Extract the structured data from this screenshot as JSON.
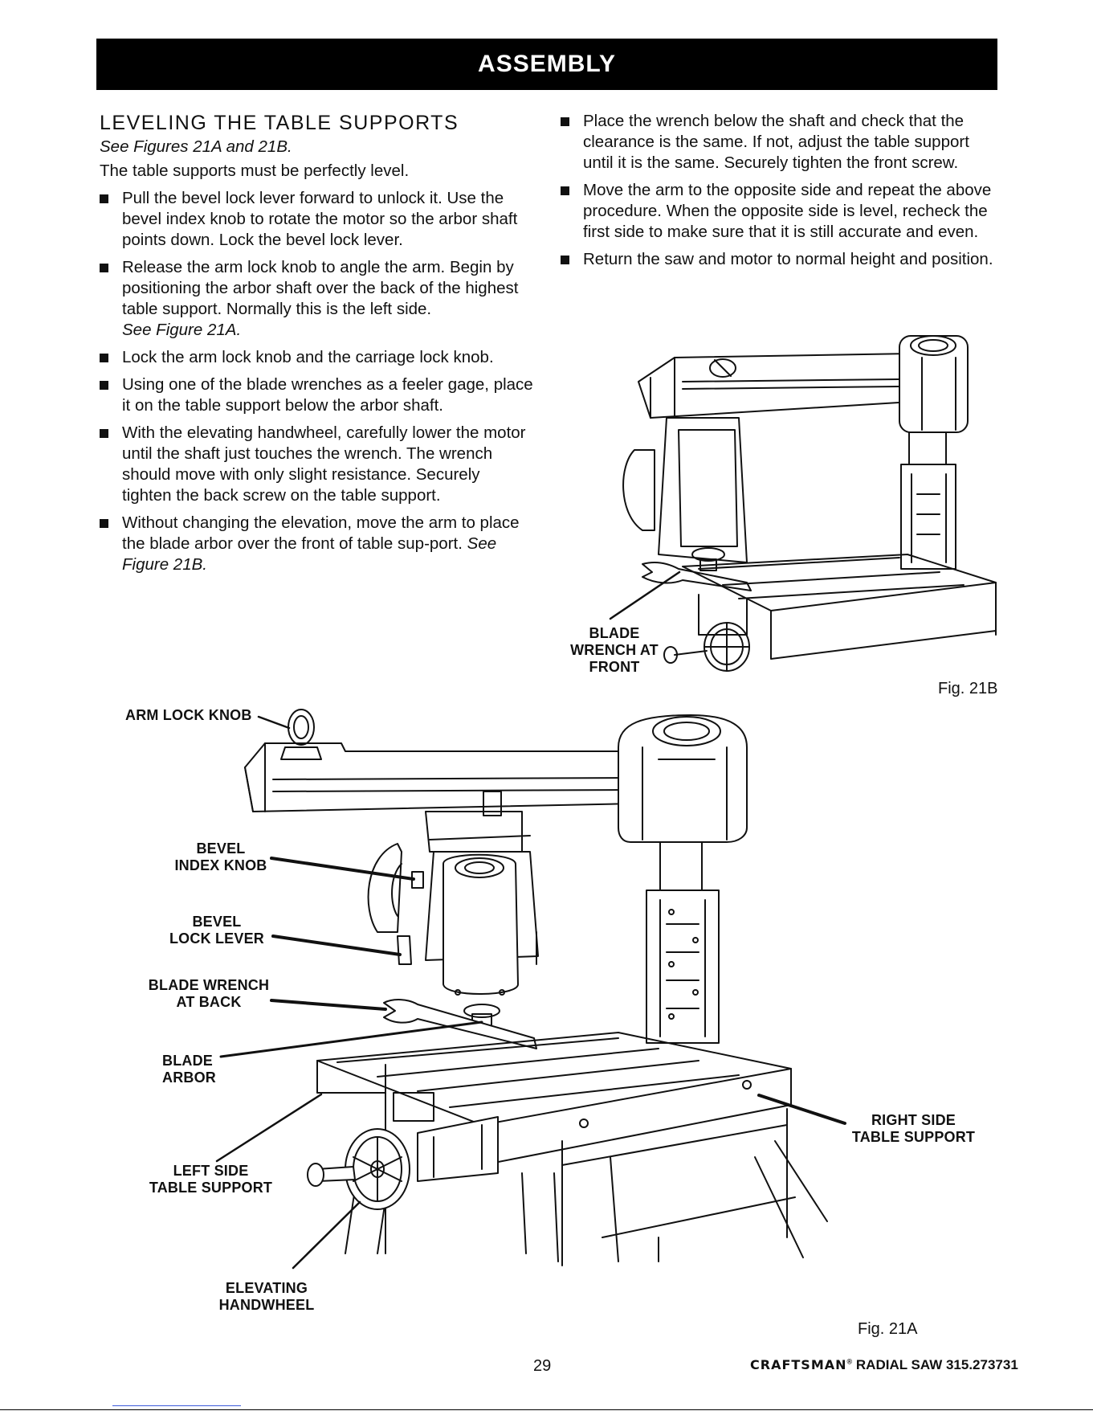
{
  "header": {
    "title": "ASSEMBLY"
  },
  "section": {
    "title": "LEVELING THE TABLE SUPPORTS",
    "see_figures": "See Figures 21A and 21B.",
    "intro": "The table supports must be perfectly level."
  },
  "left_steps": [
    {
      "text": "Pull the bevel lock lever forward to unlock it. Use the bevel index knob to rotate the motor so the arbor shaft points down. Lock the bevel lock lever."
    },
    {
      "text": "Release the arm lock knob to angle the arm. Begin by positioning the arbor shaft over the back of the highest table support. Normally this is the left side.",
      "ref": "See Figure 21A."
    },
    {
      "text": "Lock the arm lock knob and the carriage lock knob."
    },
    {
      "text": "Using one of the blade wrenches as a feeler gage, place it on the table support below the arbor shaft."
    },
    {
      "text": "With the elevating handwheel, carefully lower the motor until the shaft just touches the wrench. The wrench should move with only slight resistance. Securely tighten the back screw on the table support."
    },
    {
      "text": "Without changing the elevation, move the arm to place the blade arbor over the front of table sup-port.",
      "ref": "See Figure 21B."
    }
  ],
  "right_steps": [
    {
      "text": "Place the wrench below the shaft and check that the clearance is the same. If not, adjust the table support until it is the same. Securely tighten the front screw."
    },
    {
      "text": "Move the arm to the opposite side and repeat the above procedure. When the opposite side is level, recheck the first side to make sure that it is still accurate and even."
    },
    {
      "text": "Return the saw and motor to normal height and position."
    }
  ],
  "figure_21b": {
    "caption": "Fig. 21B",
    "callouts": {
      "blade_wrench_front": [
        "BLADE",
        "WRENCH AT",
        "FRONT"
      ]
    }
  },
  "figure_21a": {
    "caption": "Fig. 21A",
    "callouts": {
      "arm_lock_knob": "ARM LOCK KNOB",
      "bevel_index_knob": [
        "BEVEL",
        "INDEX KNOB"
      ],
      "bevel_lock_lever": [
        "BEVEL",
        "LOCK LEVER"
      ],
      "blade_wrench_back": [
        "BLADE WRENCH",
        "AT BACK"
      ],
      "blade_arbor": [
        "BLADE",
        "ARBOR"
      ],
      "left_side_support": [
        "LEFT SIDE",
        "TABLE SUPPORT"
      ],
      "right_side_support": [
        "RIGHT SIDE",
        "TABLE SUPPORT"
      ],
      "elevating_handwheel": [
        "ELEVATING",
        "HANDWHEEL"
      ]
    }
  },
  "footer": {
    "page_number": "29",
    "brand": "CRAFTSMAN",
    "registered": "®",
    "model": "RADIAL SAW 315.273731"
  }
}
